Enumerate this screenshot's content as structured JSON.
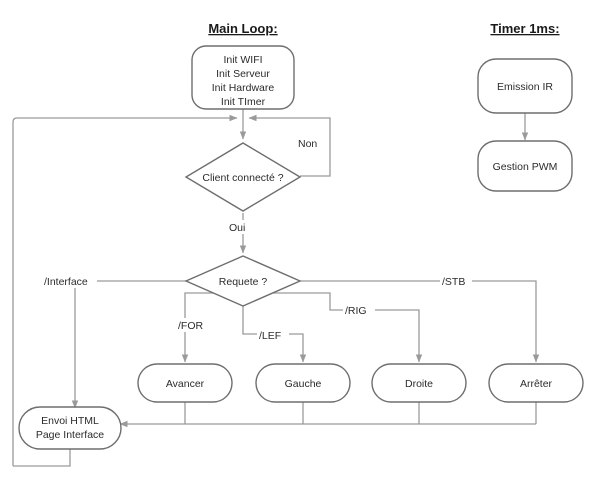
{
  "diagram": {
    "title_main": "Main Loop:",
    "title_timer": "Timer 1ms:",
    "nodes": {
      "init": {
        "line1": "Init WIFI",
        "line2": "Init Serveur",
        "line3": "Init Hardware",
        "line4": "Init TImer"
      },
      "client": {
        "label": "Client connecté ?"
      },
      "requete": {
        "label": "Requete ?"
      },
      "avancer": {
        "label": "Avancer"
      },
      "gauche": {
        "label": "Gauche"
      },
      "droite": {
        "label": "Droite"
      },
      "arreter": {
        "label": "Arrêter"
      },
      "envoi": {
        "line1": "Envoi HTML",
        "line2": "Page Interface"
      },
      "emission": {
        "label": "Emission IR"
      },
      "pwm": {
        "label": "Gestion PWM"
      }
    },
    "edge_labels": {
      "non": "Non",
      "oui": "Oui",
      "interface": "/Interface",
      "for": "/FOR",
      "lef": "/LEF",
      "rig": "/RIG",
      "stb": "/STB"
    },
    "colors": {
      "stroke": "#6e6e6e",
      "edge": "#9a9a9a",
      "text": "#2b2b2b",
      "title": "#1a1a1a",
      "background": "#ffffff"
    }
  }
}
